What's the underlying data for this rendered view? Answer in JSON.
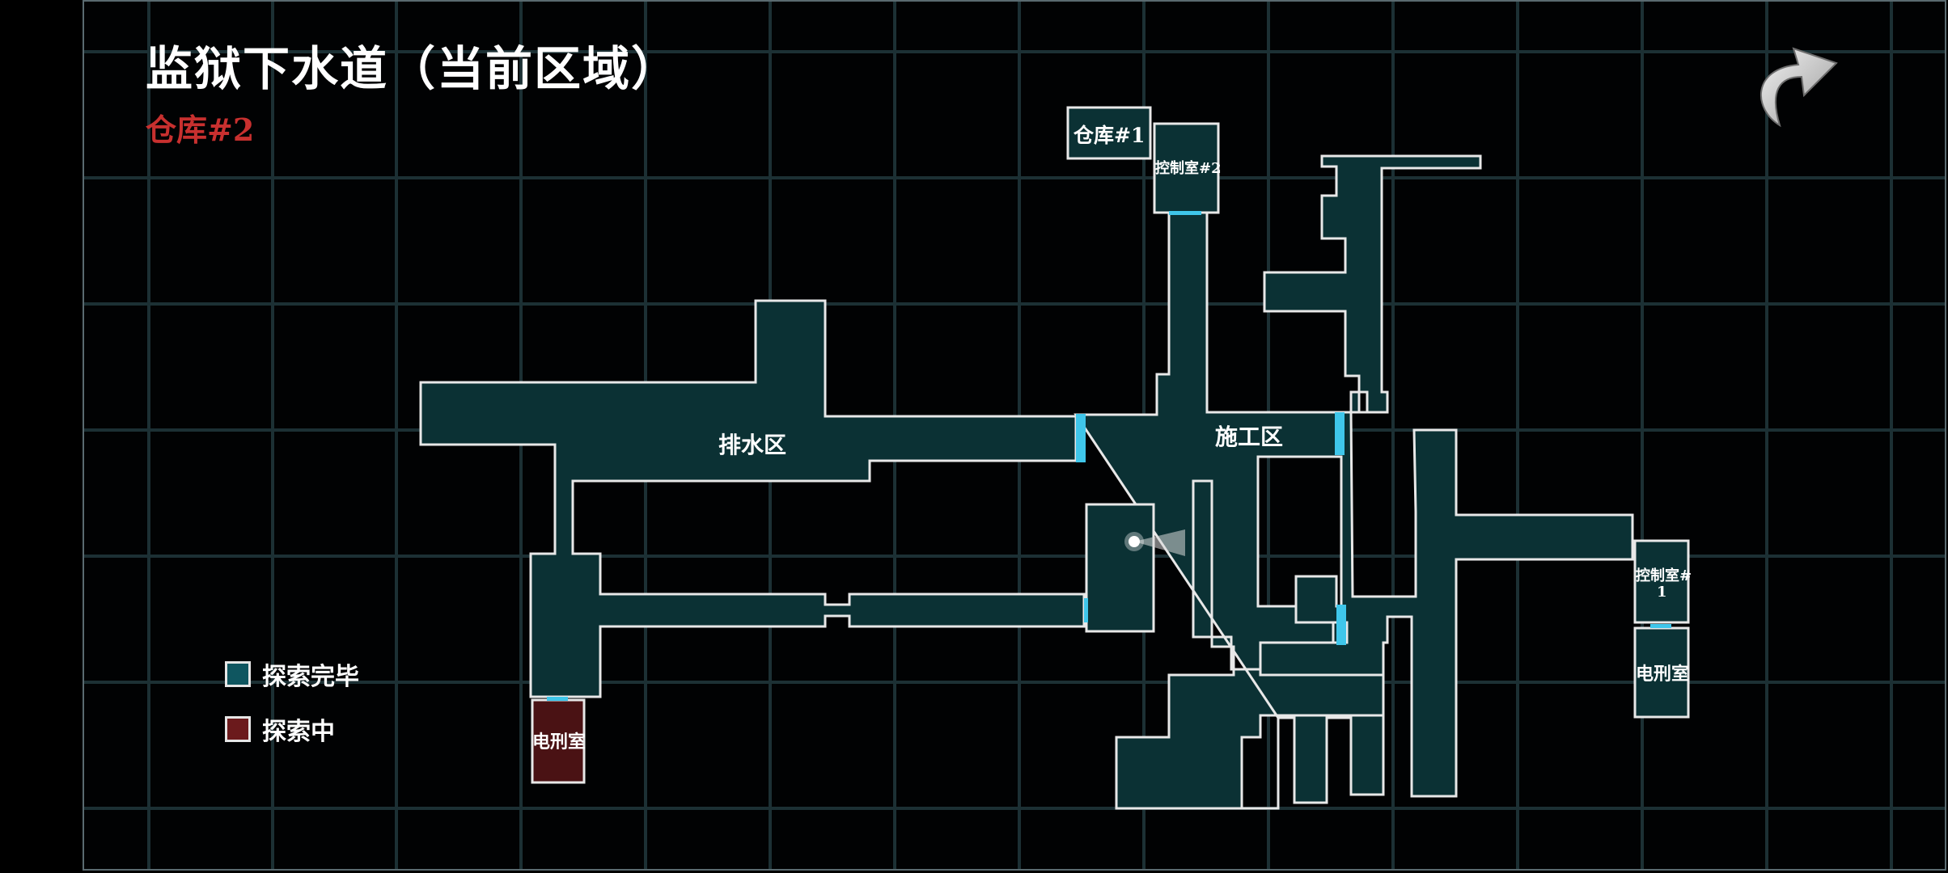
{
  "header": {
    "title": "监狱下水道（当前区域）",
    "subtitle": "仓库#2"
  },
  "colors": {
    "explored_fill": "#0b3134",
    "exploring_fill": "#4a1214",
    "wall": "#e8e8e8",
    "door": "#3fc6ea",
    "current_text": "#c8302f",
    "grid": "#1c3034"
  },
  "legend": {
    "explored_label": "探索完毕",
    "exploring_label": "探索中",
    "explored_color": "#0f5660",
    "exploring_color": "#6b1a1c"
  },
  "map": {
    "drainage_label": "排水区",
    "construction_label": "施工区",
    "warehouse1_label": "仓库#1",
    "control2_label": "控制室#2",
    "control1_label_a": "控制室#",
    "control1_label_b": "1",
    "electric_right_label": "电刑室",
    "electric_left_label": "电刑室"
  },
  "icons": {
    "back": "curved-arrow-icon",
    "player": "player-flashlight-icon"
  }
}
